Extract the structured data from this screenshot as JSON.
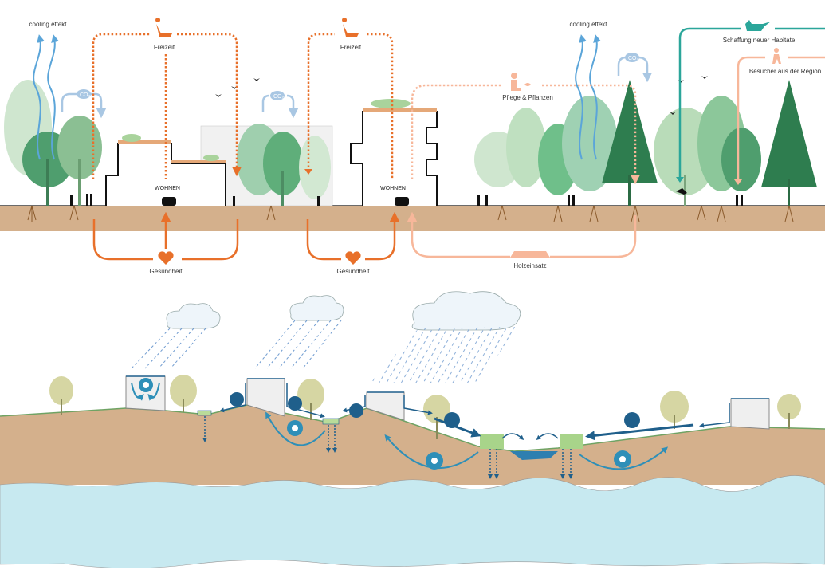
{
  "colors": {
    "soil": "#d4b08c",
    "soil_edge": "#b89570",
    "groundwater": "#c7e9f0",
    "orange_primary": "#e8702a",
    "orange_light": "#f7b79a",
    "teal": "#2ba69a",
    "blue_cooling": "#5ba5d9",
    "blue_co2": "#a9c7e3",
    "water_dark": "#1f5f8b",
    "water_mid": "#2e8fb8",
    "tree_dark": "#2e7d4f",
    "tree_mid": "#5fae7a",
    "tree_light": "#b9dcb9",
    "tree_small": "#d6d6a3",
    "building_fill": "#efefef",
    "cloud_fill": "#eef5fa"
  },
  "top_section": {
    "labels": {
      "cooling_left": "cooling effekt",
      "cooling_right": "cooling effekt",
      "freizeit_1": "Freizeit",
      "freizeit_2": "Freizeit",
      "wohnen_1": "WOHNEN",
      "wohnen_2": "WOHNEN",
      "gesundheit_1": "Gesundheit",
      "gesundheit_2": "Gesundheit",
      "pflege": "Pflege & Pflanzen",
      "holzeinsatz": "Holzeinsatz",
      "habitate": "Schaffung neuer Habitate",
      "besucher": "Besucher aus der Region",
      "co2": "CO₂"
    },
    "icons": [
      "lounger-icon",
      "heart-rate-icon",
      "gardener-icon",
      "wood-stack-icon",
      "fox-icon",
      "walking-person-icon",
      "co2-cloud-icon",
      "deer-icon",
      "birds-icon"
    ]
  },
  "bottom_section": {
    "icons": [
      "water-retention-icon",
      "runoff-icon",
      "infiltration-icon",
      "cloud-icon",
      "rain-icon",
      "swale-icon",
      "pond-icon"
    ]
  }
}
